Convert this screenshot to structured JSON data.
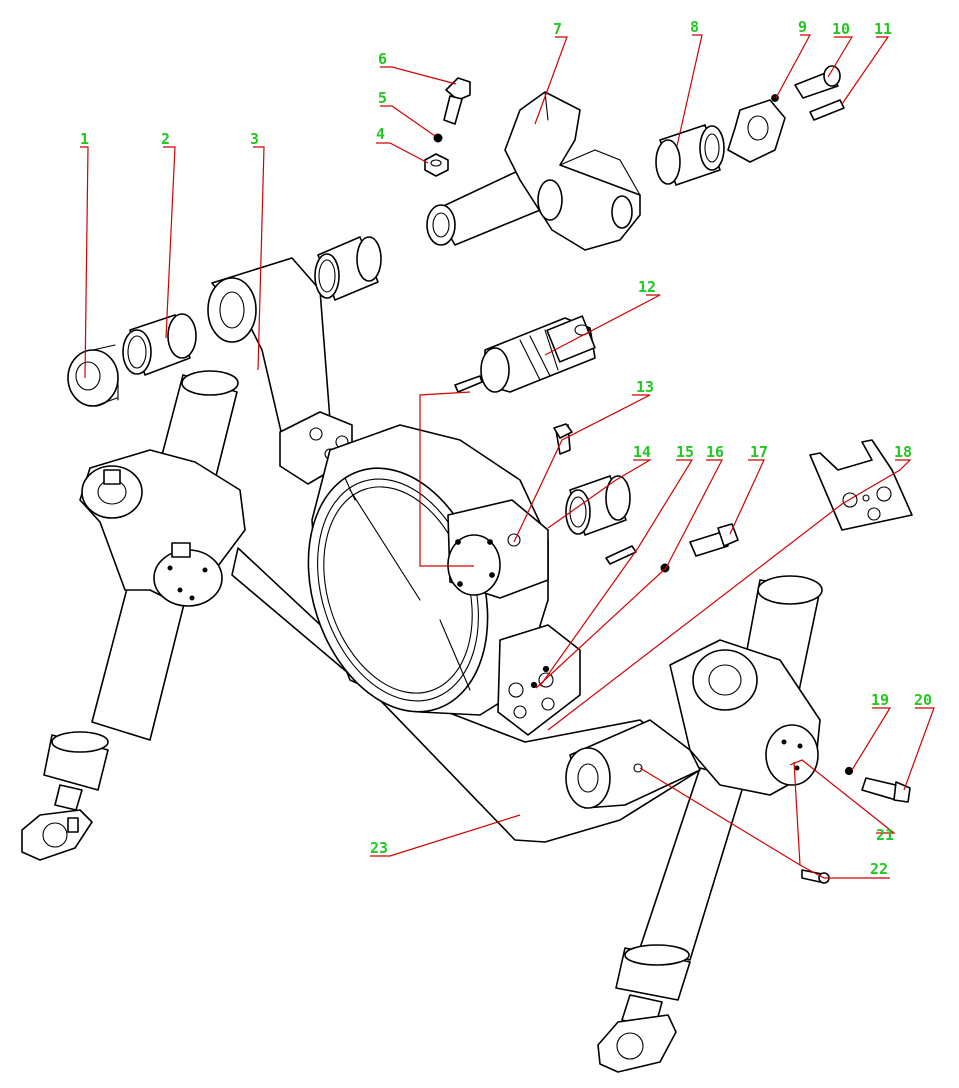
{
  "diagram": {
    "callouts": [
      {
        "id": "c1",
        "label": "1"
      },
      {
        "id": "c2",
        "label": "2"
      },
      {
        "id": "c3",
        "label": "3"
      },
      {
        "id": "c4",
        "label": "4"
      },
      {
        "id": "c5",
        "label": "5"
      },
      {
        "id": "c6",
        "label": "6"
      },
      {
        "id": "c7",
        "label": "7"
      },
      {
        "id": "c8",
        "label": "8"
      },
      {
        "id": "c9",
        "label": "9"
      },
      {
        "id": "c10",
        "label": "10"
      },
      {
        "id": "c11",
        "label": "11"
      },
      {
        "id": "c12",
        "label": "12"
      },
      {
        "id": "c13",
        "label": "13"
      },
      {
        "id": "c14",
        "label": "14"
      },
      {
        "id": "c15",
        "label": "15"
      },
      {
        "id": "c16",
        "label": "16"
      },
      {
        "id": "c17",
        "label": "17"
      },
      {
        "id": "c18",
        "label": "18"
      },
      {
        "id": "c19",
        "label": "19"
      },
      {
        "id": "c20",
        "label": "20"
      },
      {
        "id": "c21",
        "label": "21"
      },
      {
        "id": "c22",
        "label": "22"
      },
      {
        "id": "c23",
        "label": "23"
      }
    ],
    "colors": {
      "callout_text": "#22c722",
      "leader_line": "#d40000",
      "line_art": "#000000",
      "background": "#ffffff"
    }
  }
}
